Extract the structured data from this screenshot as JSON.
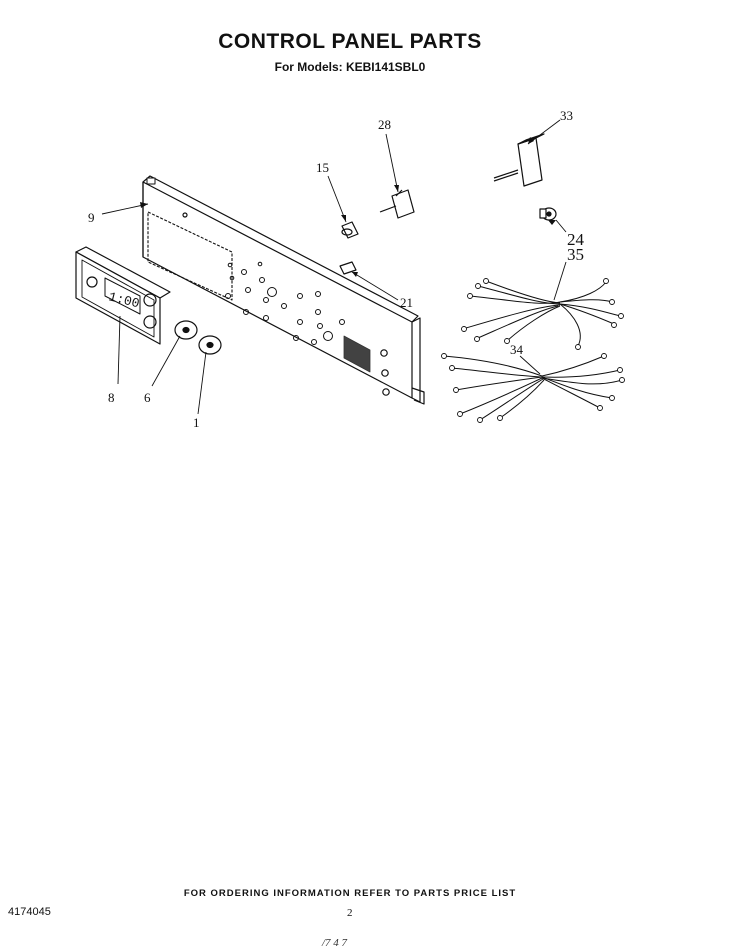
{
  "header": {
    "title": "CONTROL PANEL PARTS",
    "subtitle": "For Models: KEBI141SBL0"
  },
  "diagram": {
    "callouts": {
      "c1": "1",
      "c6": "6",
      "c8": "8",
      "c9": "9",
      "c15": "15",
      "c21": "21",
      "c24": "24",
      "c28": "28",
      "c33": "33",
      "c34": "34",
      "c35": "35"
    },
    "clock_display": "1:00"
  },
  "footer": {
    "ordering_note": "FOR ORDERING INFORMATION REFER TO PARTS PRICE LIST",
    "document_number": "4174045",
    "page_number": "2",
    "scan_mark": "/7 4 7"
  }
}
